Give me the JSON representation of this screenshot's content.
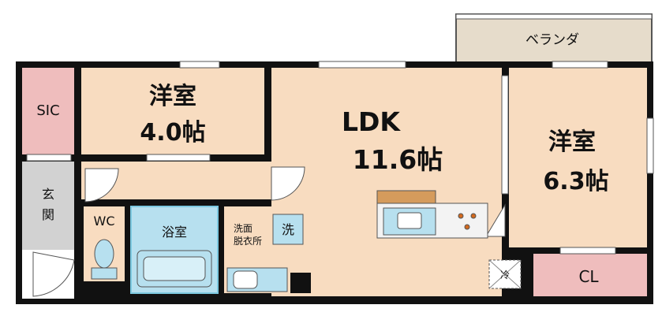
{
  "rooms": {
    "veranda": "ベランダ",
    "sic": "SIC",
    "western1_name": "洋室",
    "western1_size": "4.0帖",
    "ldk_name": "LDK",
    "ldk_size": "11.6帖",
    "western2_name": "洋室",
    "western2_size": "6.3帖",
    "entrance_top": "玄",
    "entrance_bottom": "関",
    "wc": "WC",
    "bath": "浴室",
    "washroom_line1": "洗面",
    "washroom_line2": "脱衣所",
    "washer": "洗",
    "closet": "CL",
    "fridge": "冷"
  },
  "colors": {
    "wall": "#111111",
    "floor_wood": "#f8dcc0",
    "closet_pink": "#efbdbd",
    "veranda": "#e6dccb",
    "entrance_gray": "#d2d2d2",
    "water_blue": "#b7e0ef",
    "counter_brown": "#d59b5c"
  }
}
